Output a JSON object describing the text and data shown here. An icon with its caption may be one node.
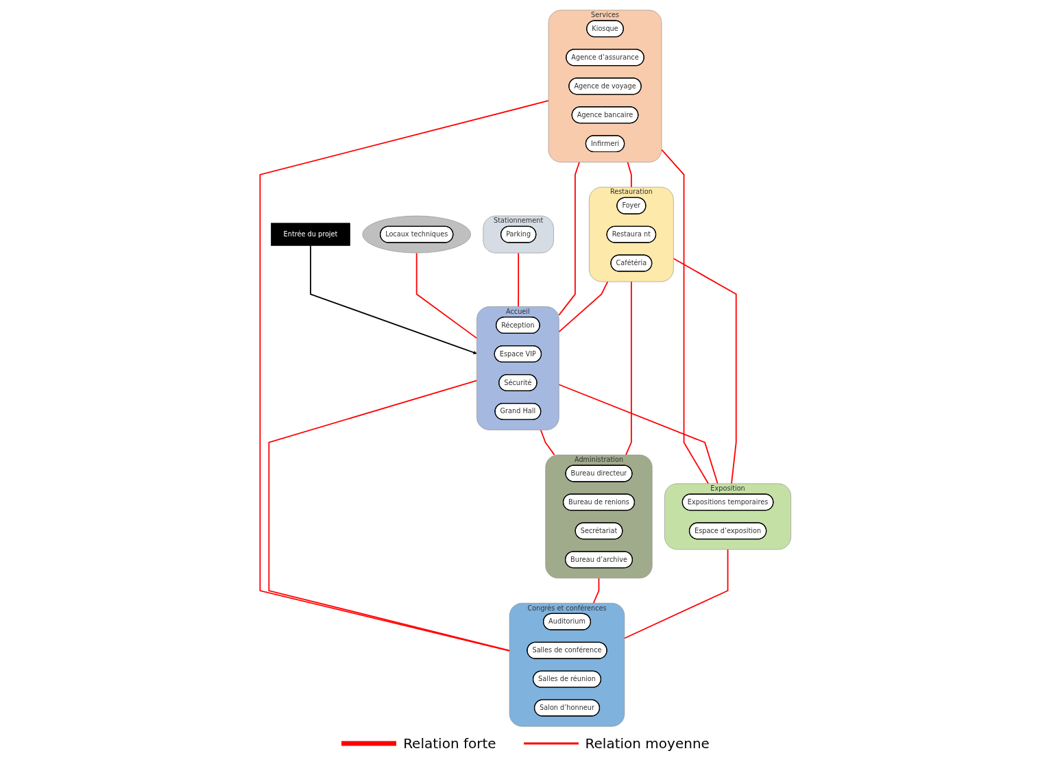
{
  "diagram": {
    "nodes": [
      {
        "text": [],
        "shape": "circle"
      },
      {
        "text": [
          "Locaux techniques"
        ],
        "in": 0
      },
      {
        "text": [
          "Entrée du projet"
        ]
      },
      {
        "text": [
          "Stationnement"
        ]
      },
      {
        "text": [
          "Parking"
        ],
        "in": 3
      },
      {
        "text": [
          "Services"
        ]
      },
      {
        "text": [
          "Kiosque"
        ],
        "in": 5
      },
      {
        "text": [
          "Agence d’assurance"
        ],
        "in": 5
      },
      {
        "text": [
          "Agence de voyage"
        ],
        "in": 5
      },
      {
        "text": [
          "Agence bancaire"
        ],
        "in": 5
      },
      {
        "text": [
          "Infirmeri"
        ],
        "in": 5
      },
      {
        "text": [
          "Accueil"
        ]
      },
      {
        "text": [
          "Réception"
        ],
        "in": 11
      },
      {
        "text": [
          "Espace VIP"
        ],
        "in": 11
      },
      {
        "text": [
          "Sécurité"
        ],
        "in": 11
      },
      {
        "text": [
          "Grand Hall"
        ],
        "in": 11
      },
      {
        "text": [
          "Administration"
        ]
      },
      {
        "text": [
          "Bureau directeur"
        ],
        "in": 16
      },
      {
        "text": [
          "Bureau de renions"
        ],
        "in": 16
      },
      {
        "text": [
          "Secrétariat"
        ],
        "in": 16
      },
      {
        "text": [
          "Bureau d’archive"
        ],
        "in": 16
      },
      {
        "text": [
          "Restauration"
        ]
      },
      {
        "text": [
          "Foyer"
        ],
        "in": 21
      },
      {
        "text": [
          "Restaura nt"
        ],
        "in": 21
      },
      {
        "text": [
          "Cafétéria"
        ],
        "in": 21
      },
      {
        "text": [
          "Exposition"
        ]
      },
      {
        "text": [
          "Expositions temporaires"
        ],
        "in": 25
      },
      {
        "text": [
          "Espace d’exposition"
        ],
        "in": 25
      },
      {
        "text": [
          "Congrès et conférences"
        ]
      },
      {
        "text": [
          "Auditorium"
        ],
        "in": 28
      },
      {
        "text": [
          "Salles de conférence"
        ],
        "in": 28
      },
      {
        "text": [
          "Salles de réunion"
        ],
        "in": 28
      },
      {
        "text": [
          "Salon d’honneur"
        ],
        "in": 28
      }
    ],
    "edges": [
      {
        "from": 2,
        "to": 11,
        "arrow": "to",
        "color": "#000000"
      },
      {
        "from": 0,
        "to": 11,
        "arrow": "none"
      },
      {
        "from": 3,
        "to": 11,
        "arrow": "none"
      },
      {
        "from": 5,
        "to": 11,
        "arrow": "none"
      },
      {
        "from": 11,
        "to": 16,
        "arrow": "none"
      },
      {
        "from": 5,
        "to": 21,
        "arrow": "none"
      },
      {
        "from": 21,
        "to": 11,
        "arrow": "none"
      },
      {
        "from": 5,
        "to": 28,
        "arrow": "none"
      },
      {
        "from": 5,
        "to": 25,
        "arrow": "none"
      },
      {
        "from": 11,
        "to": 25,
        "arrow": "none"
      },
      {
        "from": 11,
        "to": 28,
        "arrow": "none"
      },
      {
        "from": 21,
        "to": 16,
        "arrow": "none"
      },
      {
        "from": 16,
        "to": 28,
        "arrow": "none"
      },
      {
        "from": 21,
        "to": 25,
        "arrow": "none"
      },
      {
        "from": 25,
        "to": 28,
        "arrow": "none"
      }
    ],
    "legend": [
      {
        "text": "Relation forte"
      },
      {
        "text": "Relation moyenne"
      }
    ]
  }
}
